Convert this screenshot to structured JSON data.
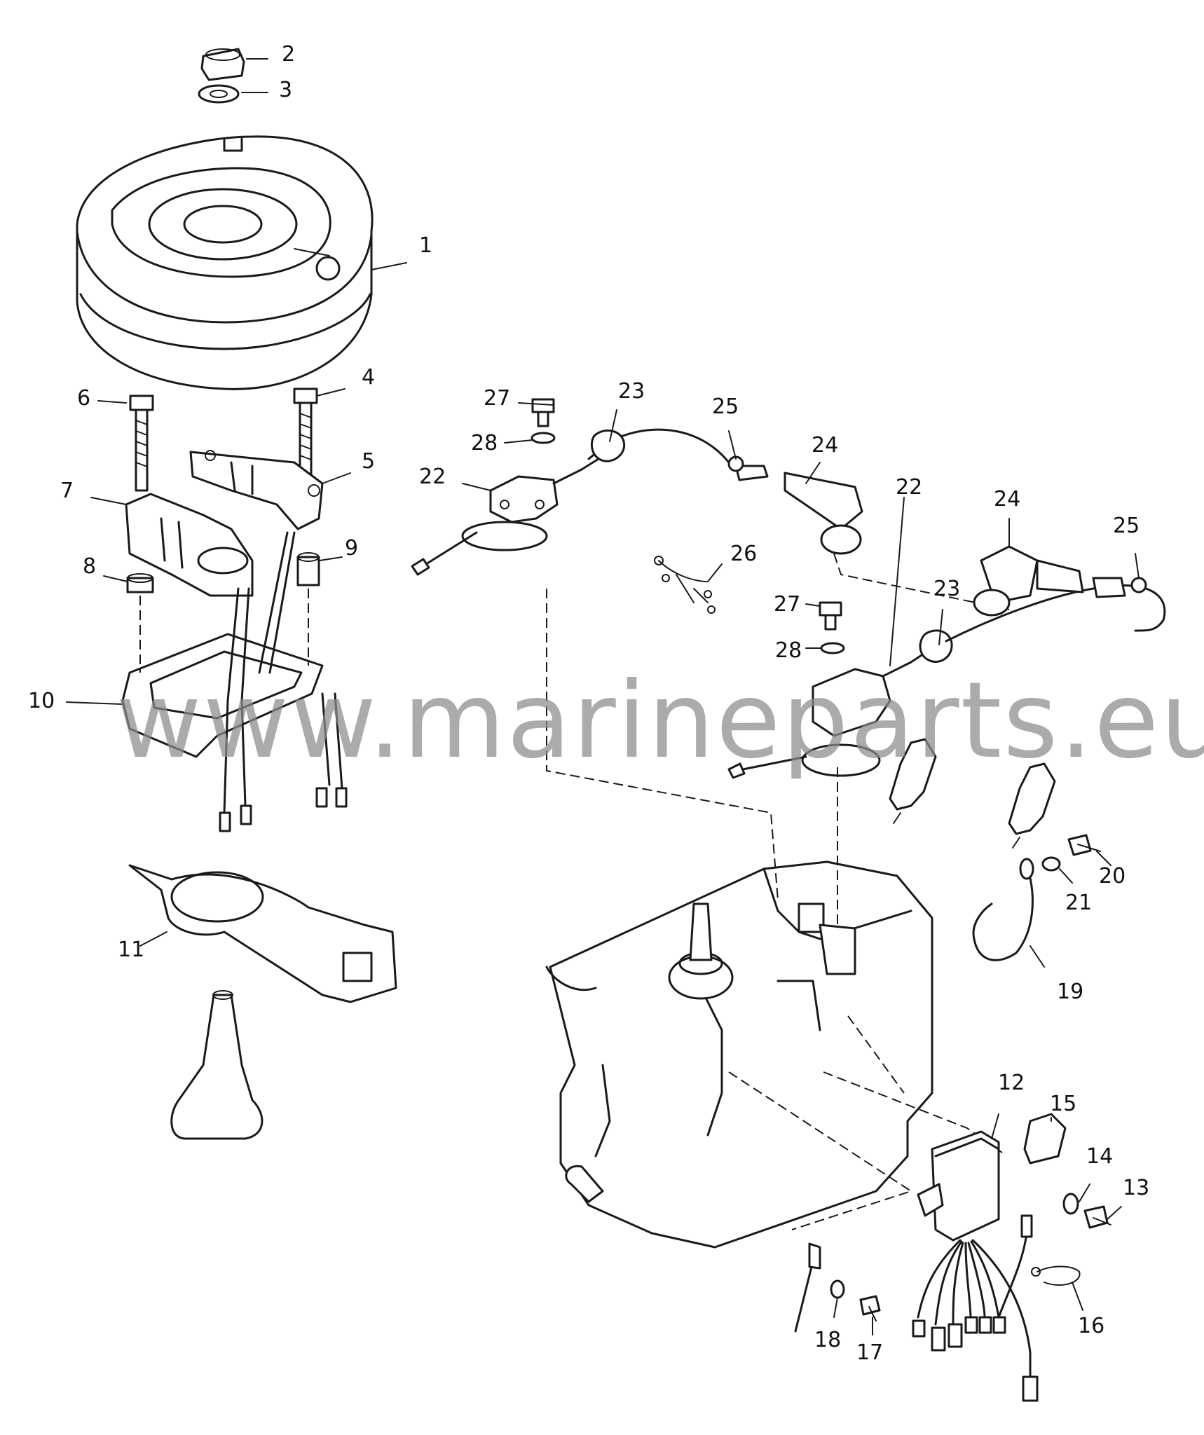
{
  "diagram": {
    "watermark": "www.marineparts.eu",
    "callouts": [
      {
        "id": "c2",
        "label": "2"
      },
      {
        "id": "c3",
        "label": "3"
      },
      {
        "id": "c1",
        "label": "1"
      },
      {
        "id": "c4",
        "label": "4"
      },
      {
        "id": "c6",
        "label": "6"
      },
      {
        "id": "c5",
        "label": "5"
      },
      {
        "id": "c7",
        "label": "7"
      },
      {
        "id": "c9",
        "label": "9"
      },
      {
        "id": "c8",
        "label": "8"
      },
      {
        "id": "c10",
        "label": "10"
      },
      {
        "id": "c11",
        "label": "11"
      },
      {
        "id": "c27a",
        "label": "27"
      },
      {
        "id": "c23a",
        "label": "23"
      },
      {
        "id": "c25a",
        "label": "25"
      },
      {
        "id": "c28a",
        "label": "28"
      },
      {
        "id": "c24a",
        "label": "24"
      },
      {
        "id": "c22a",
        "label": "22"
      },
      {
        "id": "c22b",
        "label": "22"
      },
      {
        "id": "c24b",
        "label": "24"
      },
      {
        "id": "c25b",
        "label": "25"
      },
      {
        "id": "c26",
        "label": "26"
      },
      {
        "id": "c23b",
        "label": "23"
      },
      {
        "id": "c27b",
        "label": "27"
      },
      {
        "id": "c28b",
        "label": "28"
      },
      {
        "id": "c20",
        "label": "20"
      },
      {
        "id": "c21",
        "label": "21"
      },
      {
        "id": "c19",
        "label": "19"
      },
      {
        "id": "c12",
        "label": "12"
      },
      {
        "id": "c15",
        "label": "15"
      },
      {
        "id": "c14",
        "label": "14"
      },
      {
        "id": "c13",
        "label": "13"
      },
      {
        "id": "c16",
        "label": "16"
      },
      {
        "id": "c18",
        "label": "18"
      },
      {
        "id": "c17",
        "label": "17"
      }
    ]
  }
}
